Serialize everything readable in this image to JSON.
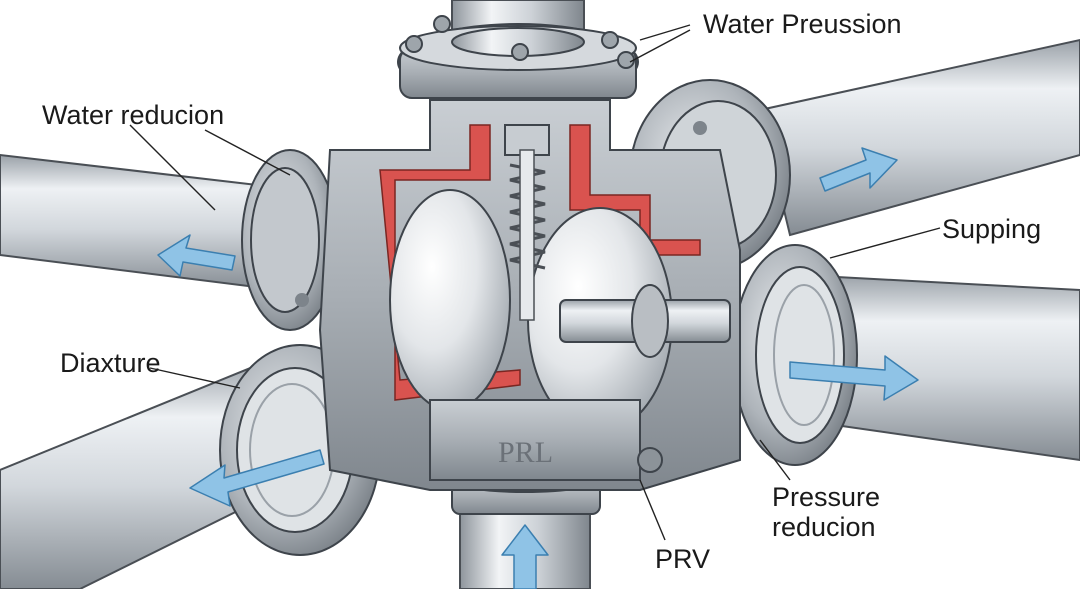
{
  "callouts": {
    "water_pressure": "Water Preussion",
    "water_reduction": "Water reducion",
    "supping": "Supping",
    "diaxture": "Diaxture",
    "pressure_reduction_line1": "Pressure",
    "pressure_reduction_line2": "reducion",
    "prv": "PRV"
  },
  "body_marking": "PRL",
  "colors": {
    "pipe_light": "#eef1f4",
    "pipe_mid": "#c9ced4",
    "pipe_dark": "#8e959c",
    "flow_arrow": "#8fc3e6",
    "cutaway_red": "#d9534f",
    "metal": "#b7bcc2"
  }
}
